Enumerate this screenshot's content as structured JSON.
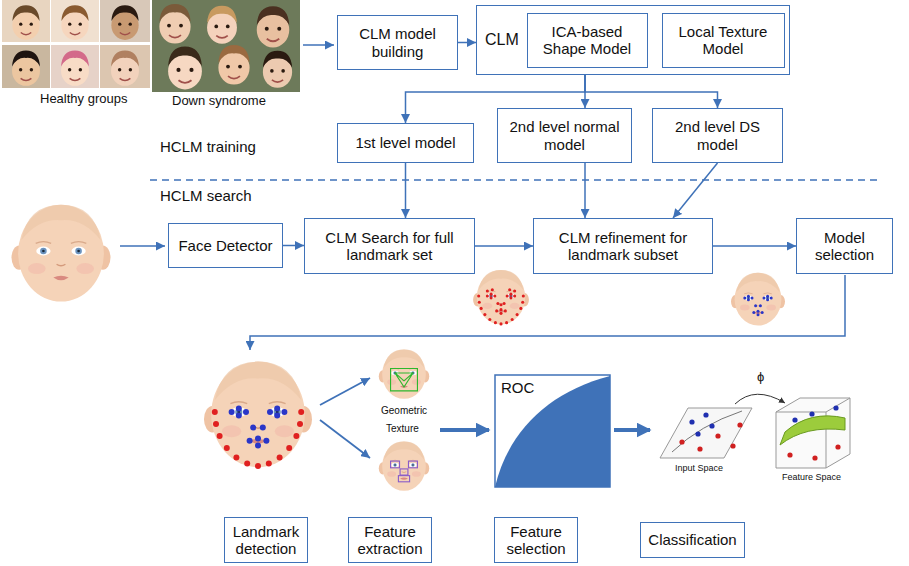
{
  "diagram": {
    "nodes": [
      {
        "text": [
          "CLM model building"
        ]
      },
      {
        "text": [
          "CLM"
        ]
      },
      {
        "text": [
          "ICA-based Shape Model"
        ],
        "in": 1
      },
      {
        "text": [
          "Local Texture Model"
        ],
        "in": 1
      },
      {
        "text": [
          "1st level model"
        ]
      },
      {
        "text": [
          "2nd level normal model"
        ]
      },
      {
        "text": [
          "2nd level DS model"
        ]
      },
      {
        "text": [
          "Face Detector"
        ]
      },
      {
        "text": [
          "CLM Search for full landmark set"
        ]
      },
      {
        "text": [
          "CLM refinement for landmark subset"
        ]
      },
      {
        "text": [
          "Model selection"
        ]
      },
      {
        "text": [
          "Landmark detection"
        ]
      },
      {
        "text": [
          "Feature extraction"
        ]
      },
      {
        "text": [
          "Feature selection"
        ]
      },
      {
        "text": [
          "Classification"
        ]
      }
    ],
    "edges": [
      {
        "from": 0,
        "to": 1,
        "arrow": "to"
      },
      {
        "from": 1,
        "to": 4,
        "arrow": "to"
      },
      {
        "from": 1,
        "to": 5,
        "arrow": "to"
      },
      {
        "from": 1,
        "to": 6,
        "arrow": "to"
      },
      {
        "from": 4,
        "to": 8,
        "arrow": "to"
      },
      {
        "from": 7,
        "to": 8,
        "arrow": "to"
      },
      {
        "from": 8,
        "to": 9,
        "arrow": "to"
      },
      {
        "from": 5,
        "to": 9,
        "arrow": "to"
      },
      {
        "from": 6,
        "to": 9,
        "arrow": "to"
      },
      {
        "from": 9,
        "to": 10,
        "arrow": "to"
      }
    ],
    "labels": [
      "Healthy groups",
      "Down syndrome",
      "HCLM training",
      "HCLM search",
      "Geometric",
      "Texture",
      "ROC",
      "Input Space",
      "Feature Space",
      "ϕ"
    ]
  }
}
